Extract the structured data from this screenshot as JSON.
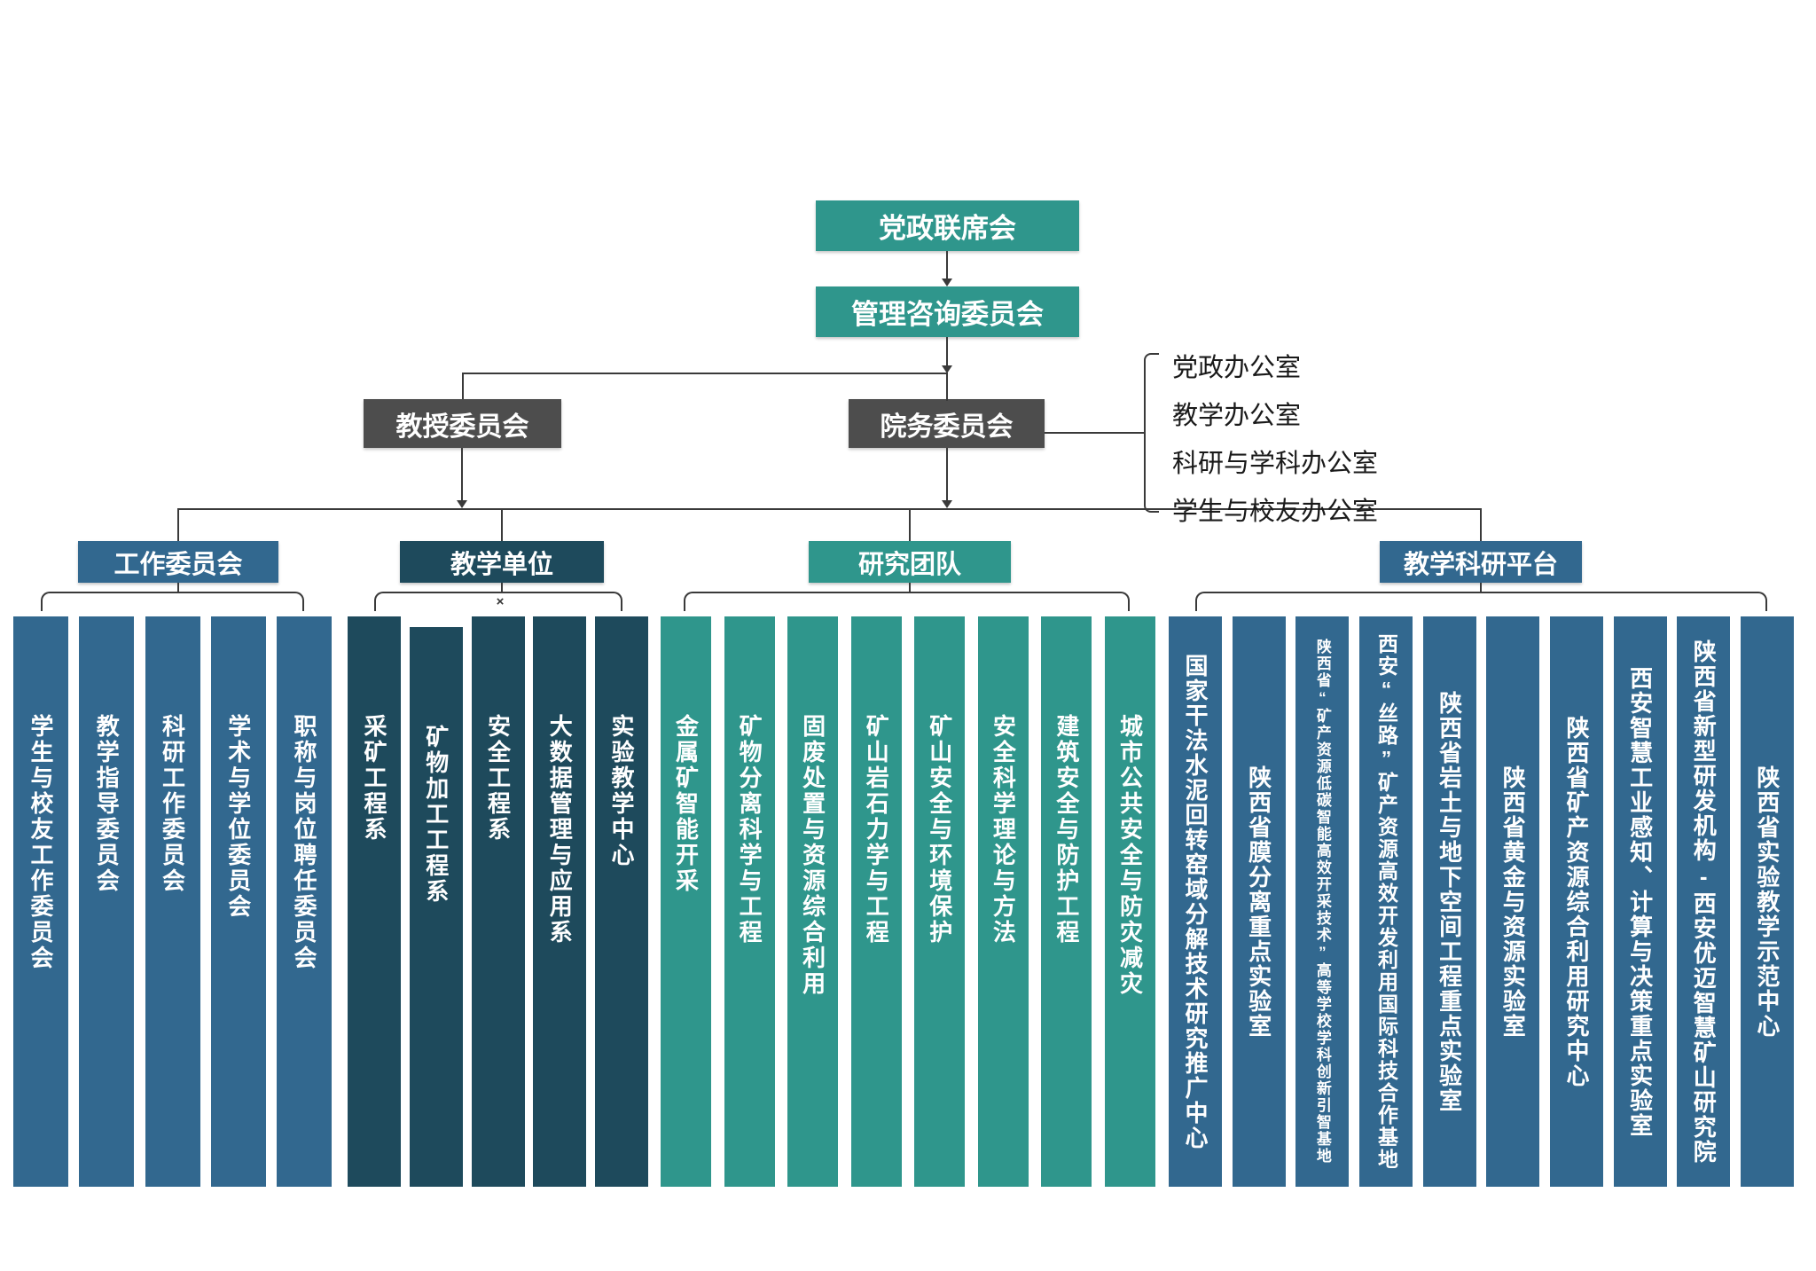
{
  "chart": {
    "root": "党政联席会",
    "advisory": "管理咨询委员会",
    "professor_committee": "教授委员会",
    "council_committee": "院务委员会",
    "offices": [
      "党政办公室",
      "教学办公室",
      "科研与学科办公室",
      "学生与校友办公室"
    ],
    "x_marker": "×",
    "groups": [
      {
        "label": "工作委员会",
        "items": [
          "学生与校友工作委员会",
          "教学指导委员会",
          "科研工作委员会",
          "学术与学位委员会",
          "职称与岗位聘任委员会"
        ]
      },
      {
        "label": "教学单位",
        "items": [
          "采矿工程系",
          "矿物加工工程系",
          "安全工程系",
          "大数据管理与应用系",
          "实验教学中心"
        ]
      },
      {
        "label": "研究团队",
        "items": [
          "金属矿智能开采",
          "矿物分离科学与工程",
          "固废处置与资源综合利用",
          "矿山岩石力学与工程",
          "矿山安全与环境保护",
          "安全科学理论与方法",
          "建筑安全与防护工程",
          "城市公共安全与防灾减灾"
        ]
      },
      {
        "label": "教学科研平台",
        "items": [
          "国家干法水泥回转窑域分解技术研究推广中心",
          "陕西省膜分离重点实验室",
          "陕西省“矿产资源低碳智能高效开采技术”高等学校学科创新引智基地",
          "西安“丝路”矿产资源高效开发利用国际科技合作基地",
          "陕西省岩土与地下空间工程重点实验室",
          "陕西省黄金与资源实验室",
          "陕西省矿产资源综合利用研究中心",
          "西安智慧工业感知、计算与决策重点实验室",
          "陕西省新型研发机构-西安优迈智慧矿山研究院",
          "陕西省实验教学示范中心"
        ]
      }
    ],
    "colors": {
      "teal": "#2F968C",
      "blue": "#32688F",
      "dark_teal": "#1E4A5C",
      "gray": "#4D4D4D",
      "line": "#3a3a3a"
    }
  }
}
